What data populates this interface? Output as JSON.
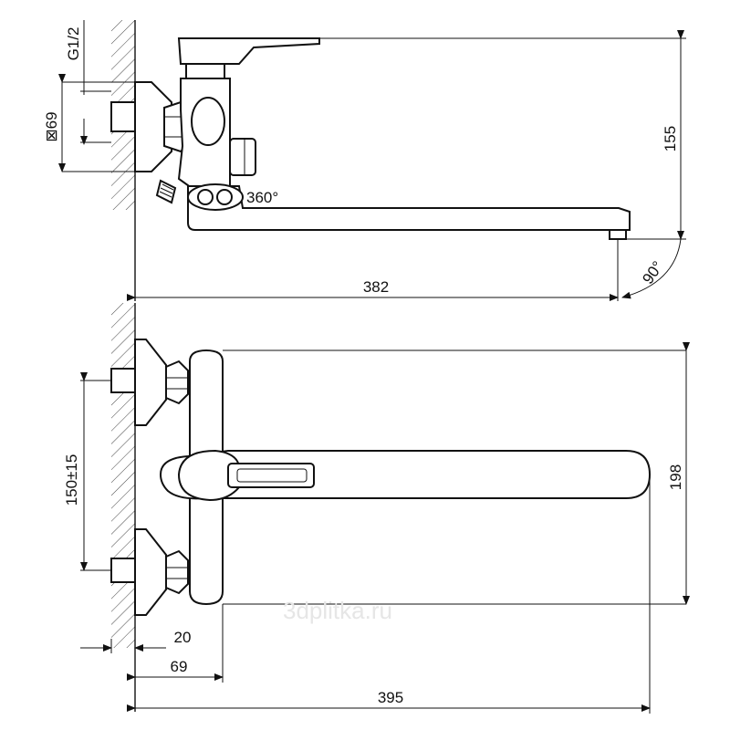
{
  "top_view": {
    "thread_label": "G1/2",
    "hex_label": "⊠69",
    "rotation_label": "360°",
    "height_label": "155",
    "length_label": "382",
    "angle_label": "90°"
  },
  "bottom_view": {
    "spacing_label": "150±15",
    "height_label": "198",
    "depth_20_label": "20",
    "depth_69_label": "69",
    "length_label": "395"
  },
  "watermark": "3dplitka.ru"
}
